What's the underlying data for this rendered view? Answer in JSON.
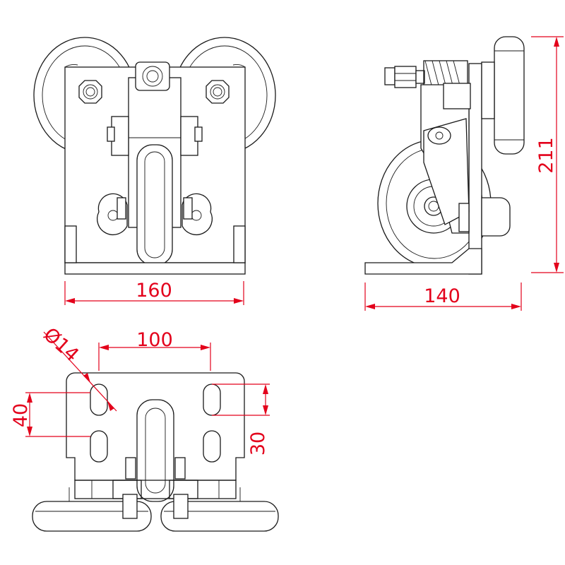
{
  "drawing": {
    "views": [
      "front",
      "side",
      "top"
    ],
    "line_color": "#1a1a1a",
    "dimension_color": "#e3001b",
    "dimensions": {
      "front_width": "160",
      "side_width": "140",
      "side_height": "211",
      "top_hole_spacing": "100",
      "top_slot_pitch": "40",
      "top_slot_length": "30",
      "top_hole_diameter": "Ø14"
    }
  }
}
